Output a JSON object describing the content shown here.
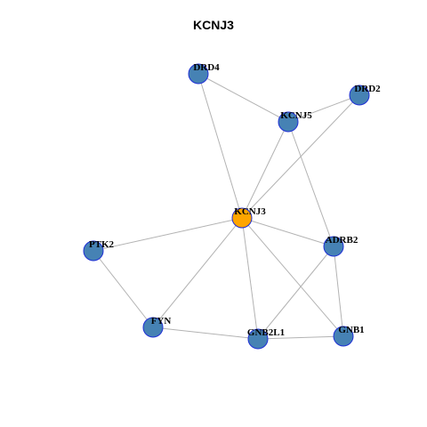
{
  "title": "KCNJ3",
  "colors": {
    "center_node": "#ffa500",
    "neighbor_node": "#4682b4",
    "node_border": "#1f2fd6",
    "edge": "#b3b3b3"
  },
  "nodes": [
    {
      "id": "KCNJ3",
      "label": "KCNJ3",
      "center": true
    },
    {
      "id": "DRD4",
      "label": "DRD4",
      "center": false
    },
    {
      "id": "KCNJ5",
      "label": "KCNJ5",
      "center": false
    },
    {
      "id": "DRD2",
      "label": "DRD2",
      "center": false
    },
    {
      "id": "ADRB2",
      "label": "ADRB2",
      "center": false
    },
    {
      "id": "PTK2",
      "label": "PTK2",
      "center": false
    },
    {
      "id": "FYN",
      "label": "FYN",
      "center": false
    },
    {
      "id": "GNB2L1",
      "label": "GNB2L1",
      "center": false
    },
    {
      "id": "GNB1",
      "label": "GNB1",
      "center": false
    }
  ],
  "edges": [
    [
      "DRD4",
      "KCNJ5"
    ],
    [
      "DRD4",
      "KCNJ3"
    ],
    [
      "KCNJ5",
      "DRD2"
    ],
    [
      "KCNJ5",
      "KCNJ3"
    ],
    [
      "KCNJ5",
      "ADRB2"
    ],
    [
      "DRD2",
      "KCNJ3"
    ],
    [
      "KCNJ3",
      "PTK2"
    ],
    [
      "KCNJ3",
      "ADRB2"
    ],
    [
      "KCNJ3",
      "FYN"
    ],
    [
      "KCNJ3",
      "GNB2L1"
    ],
    [
      "KCNJ3",
      "GNB1"
    ],
    [
      "PTK2",
      "FYN"
    ],
    [
      "FYN",
      "GNB2L1"
    ],
    [
      "ADRB2",
      "GNB2L1"
    ],
    [
      "ADRB2",
      "GNB1"
    ],
    [
      "GNB2L1",
      "GNB1"
    ]
  ]
}
